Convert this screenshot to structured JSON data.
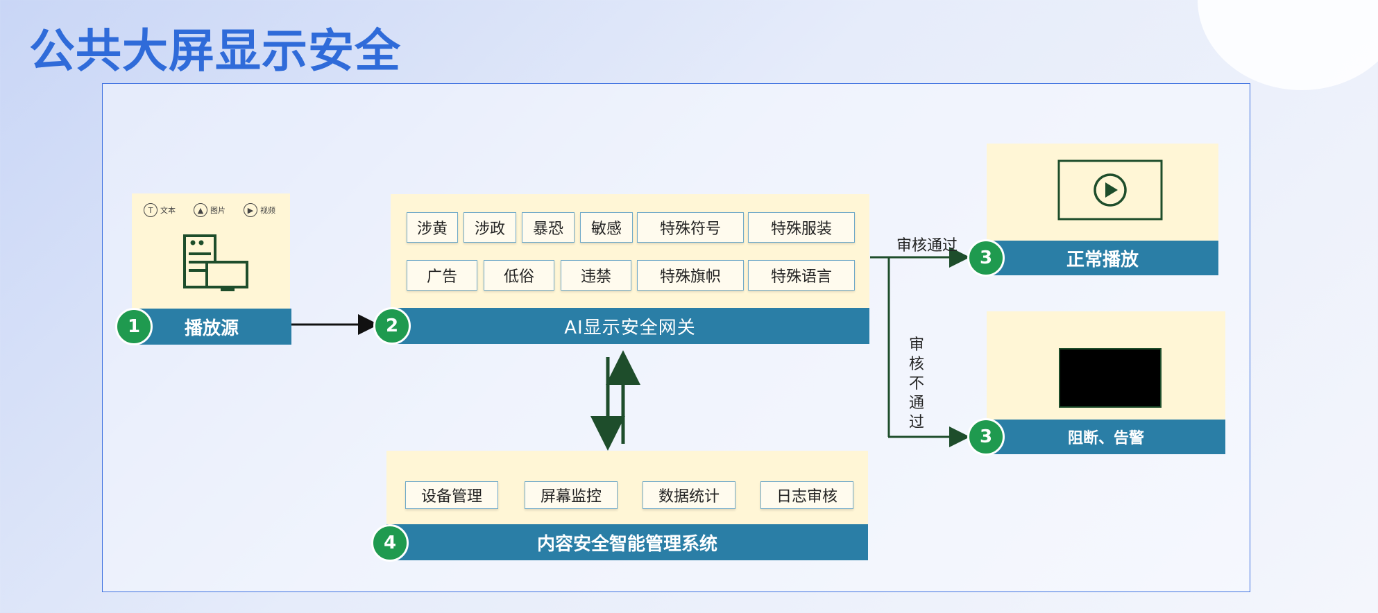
{
  "page": {
    "title": "公共大屏显示安全"
  },
  "source": {
    "number": "1",
    "title": "播放源",
    "icons": [
      {
        "icon": "text-icon",
        "label": "文本"
      },
      {
        "icon": "image-icon",
        "label": "图片"
      },
      {
        "icon": "video-icon",
        "label": "视频"
      }
    ]
  },
  "gateway": {
    "number": "2",
    "title": "AI显示安全网关",
    "tags_row1": [
      "涉黄",
      "涉政",
      "暴恐",
      "敏感",
      "特殊符号",
      "特殊服装"
    ],
    "tags_row2": [
      "广告",
      "低俗",
      "违禁",
      "特殊旗帜",
      "特殊语言"
    ]
  },
  "pass": {
    "label": "审核通过",
    "number": "3",
    "title": "正常播放"
  },
  "fail": {
    "label": "审核不通过",
    "label_chars": [
      "审",
      "核",
      "不",
      "通",
      "过"
    ],
    "number": "3",
    "title": "阻断、告警"
  },
  "management": {
    "number": "4",
    "title": "内容安全智能管理系统",
    "tags": [
      "设备管理",
      "屏幕监控",
      "数据统计",
      "日志审核"
    ]
  },
  "colors": {
    "title": "#2f6bd9",
    "bar": "#2a7ea6",
    "badge": "#1f9a4f",
    "panel": "#fff6d6",
    "arrow_green": "#1e4d2b"
  }
}
